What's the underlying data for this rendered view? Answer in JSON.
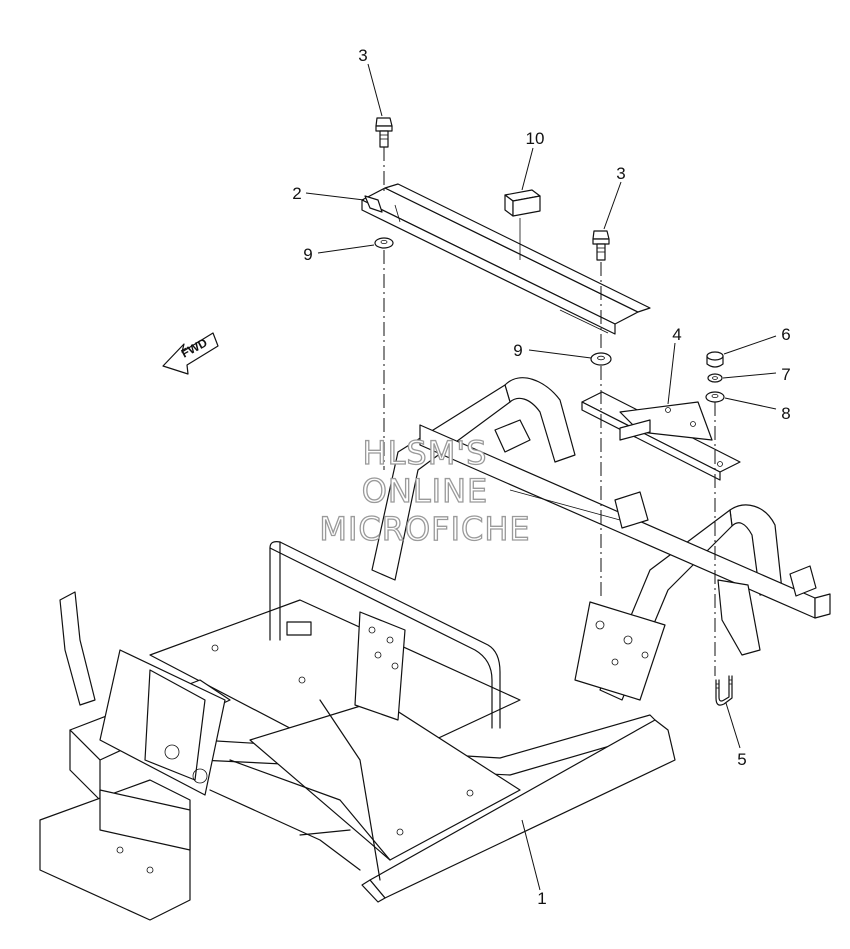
{
  "watermark": {
    "line1": "HLSM'S",
    "line2": "ONLINE",
    "line3": "MICROFICHE"
  },
  "direction_arrow": {
    "label": "FWD",
    "icon": "fwd-arrow-icon"
  },
  "callouts": [
    {
      "id": "c3a",
      "text": "3"
    },
    {
      "id": "c10",
      "text": "10"
    },
    {
      "id": "c3b",
      "text": "3"
    },
    {
      "id": "c2",
      "text": "2"
    },
    {
      "id": "c9a",
      "text": "9"
    },
    {
      "id": "c9b",
      "text": "9"
    },
    {
      "id": "c4",
      "text": "4"
    },
    {
      "id": "c6",
      "text": "6"
    },
    {
      "id": "c7",
      "text": "7"
    },
    {
      "id": "c8",
      "text": "8"
    },
    {
      "id": "c5",
      "text": "5"
    },
    {
      "id": "c1",
      "text": "1"
    }
  ]
}
